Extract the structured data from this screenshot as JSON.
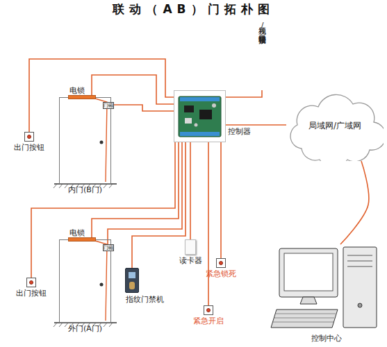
{
  "diagram": {
    "title": "联动（AB）门拓朴图",
    "nodes": [
      {
        "text": [
          "出门按钮"
        ]
      },
      {
        "text": [
          "内门(B门)"
        ]
      },
      {
        "text": [
          "电锁"
        ],
        "in": 1
      },
      {
        "text": [
          "门磁"
        ],
        "in": 1
      },
      {
        "text": [
          "控制器"
        ]
      },
      {
        "text": [
          "视频/报警联动接口"
        ]
      },
      {
        "text": [
          "局域网/广域网"
        ]
      },
      {
        "text": [
          "出门按钮"
        ]
      },
      {
        "text": [
          "外门(A门)"
        ]
      },
      {
        "text": [
          "电锁"
        ],
        "in": 8
      },
      {
        "text": [
          "门磁"
        ],
        "in": 8
      },
      {
        "text": [
          "指纹门禁机"
        ]
      },
      {
        "text": [
          "读卡器"
        ]
      },
      {
        "text": [
          "紧急锁死"
        ]
      },
      {
        "text": [
          "紧急开启"
        ]
      },
      {
        "text": [
          "控制中心"
        ]
      }
    ],
    "edges": [
      {
        "from": 4,
        "to": 0,
        "arrow": "none"
      },
      {
        "from": 4,
        "to": 2,
        "arrow": "none"
      },
      {
        "from": 4,
        "to": 3,
        "arrow": "none"
      },
      {
        "from": 4,
        "to": 5,
        "arrow": "none"
      },
      {
        "from": 4,
        "to": 6,
        "arrow": "none"
      },
      {
        "from": 6,
        "to": 15,
        "arrow": "none"
      },
      {
        "from": 4,
        "to": 7,
        "arrow": "none"
      },
      {
        "from": 4,
        "to": 9,
        "arrow": "none"
      },
      {
        "from": 4,
        "to": 10,
        "arrow": "none"
      },
      {
        "from": 4,
        "to": 11,
        "arrow": "none"
      },
      {
        "from": 4,
        "to": 12,
        "arrow": "none"
      },
      {
        "from": 4,
        "to": 14,
        "arrow": "none"
      },
      {
        "from": 4,
        "to": 13,
        "arrow": "none"
      }
    ]
  }
}
